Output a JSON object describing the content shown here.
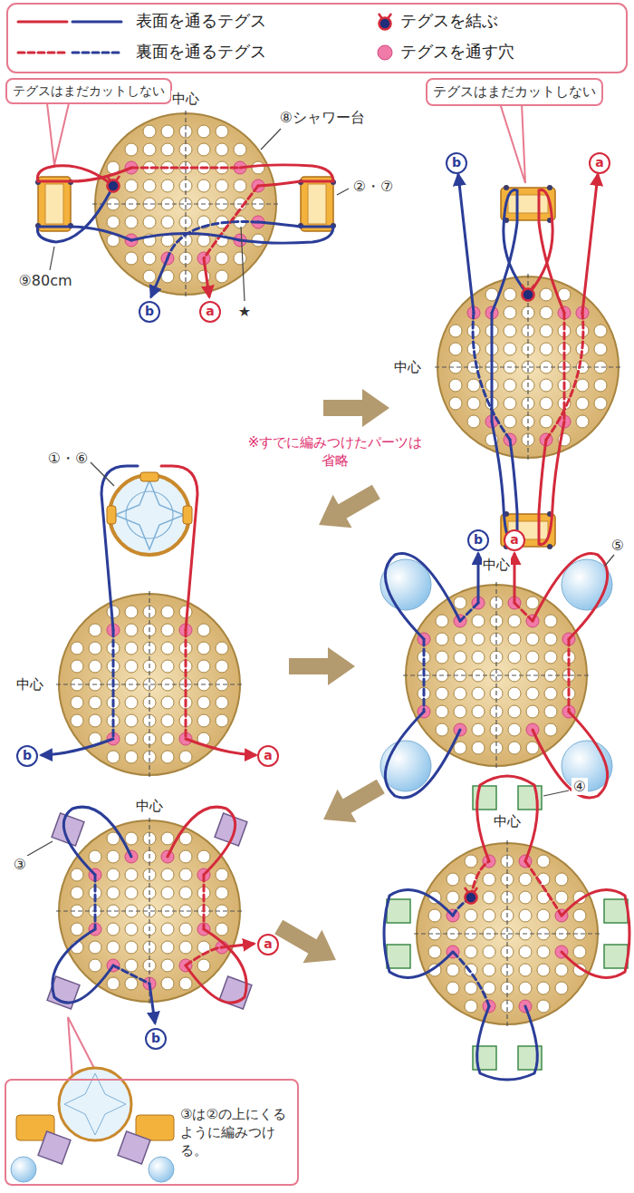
{
  "diagram": {
    "nodes": [
      {
        "text": [
          "テグスはまだカットしない"
        ]
      },
      {
        "text": [
          "テグスはまだカットしない"
        ]
      },
      {
        "text": [
          "③は②の上にくるように編みつける。"
        ]
      }
    ],
    "labels": [
      "中心",
      "⑧シャワー台",
      "②・⑦",
      "⑨80cm",
      "b",
      "a",
      "★",
      "b",
      "a",
      "中心",
      "※すでに編みつけたパーツは省略",
      "①・⑥",
      "中心",
      "b",
      "a",
      "b",
      "a",
      "中心",
      "⑤",
      "③",
      "中心",
      "a",
      "b",
      "④",
      "中心"
    ],
    "legend": [
      {
        "text": "表面を通るテグス"
      },
      {
        "text": "裏面を通るテグス"
      },
      {
        "text": "テグスを結ぶ"
      },
      {
        "text": "テグスを通す穴"
      }
    ]
  }
}
